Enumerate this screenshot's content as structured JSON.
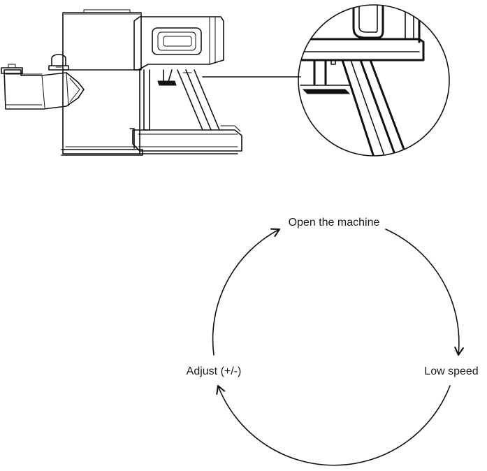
{
  "cycle": {
    "steps": [
      {
        "label": "Open the machine"
      },
      {
        "label": "Low speed"
      },
      {
        "label": "Adjust (+/-)"
      }
    ]
  }
}
